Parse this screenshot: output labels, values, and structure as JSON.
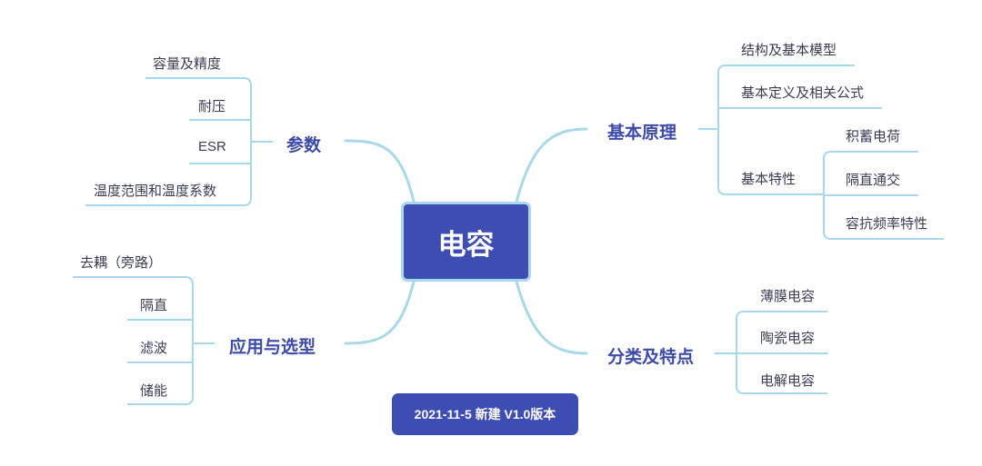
{
  "center": {
    "title": "电容"
  },
  "badge": {
    "text": "2021-11-5 新建 V1.0版本"
  },
  "branches": {
    "params": {
      "label": "参数",
      "items": [
        "容量及精度",
        "耐压",
        "ESR",
        "温度范围和温度系数"
      ]
    },
    "application": {
      "label": "应用与选型",
      "items": [
        "去耦（旁路）",
        "隔直",
        "滤波",
        "储能"
      ]
    },
    "principle": {
      "label": "基本原理",
      "items": [
        "结构及基本模型",
        "基本定义及相关公式",
        "基本特性"
      ],
      "sub": [
        "积蓄电荷",
        "隔直通交",
        "容抗频率特性"
      ]
    },
    "category": {
      "label": "分类及特点",
      "items": [
        "薄膜电容",
        "陶瓷电容",
        "电解电容"
      ]
    }
  },
  "colors": {
    "line": "#a9d8ea",
    "node": "#3e4db3",
    "branch_text": "#3c4ba8"
  }
}
